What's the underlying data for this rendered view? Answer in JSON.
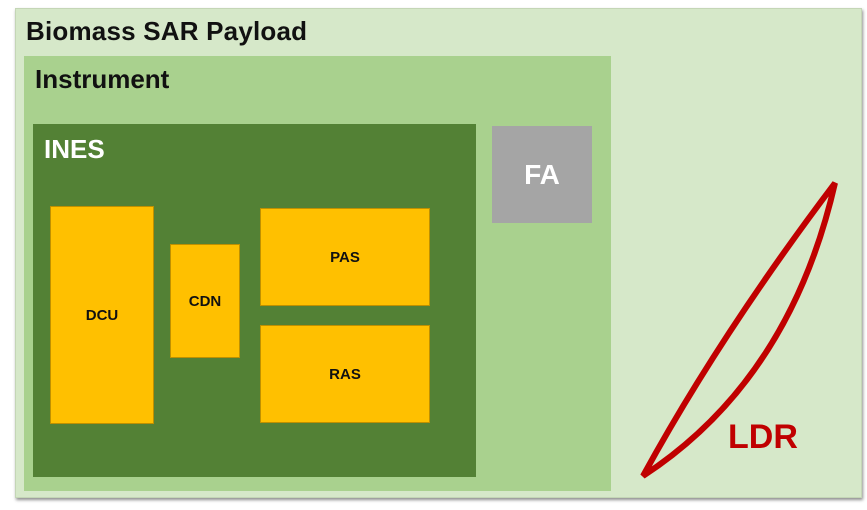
{
  "diagram": {
    "payload": {
      "label": "Biomass SAR Payload"
    },
    "instrument": {
      "label": "Instrument"
    },
    "ines": {
      "label": "INES"
    },
    "components": {
      "dcu": "DCU",
      "cdn": "CDN",
      "pas": "PAS",
      "ras": "RAS"
    },
    "fa": {
      "label": "FA"
    },
    "ldr": {
      "label": "LDR"
    },
    "colors": {
      "payload_bg": "#d6e8c9",
      "instrument_bg": "#a9d18e",
      "ines_bg": "#538135",
      "component_fill": "#ffc000",
      "fa_fill": "#a5a5a5",
      "ldr_color": "#c00000"
    }
  }
}
